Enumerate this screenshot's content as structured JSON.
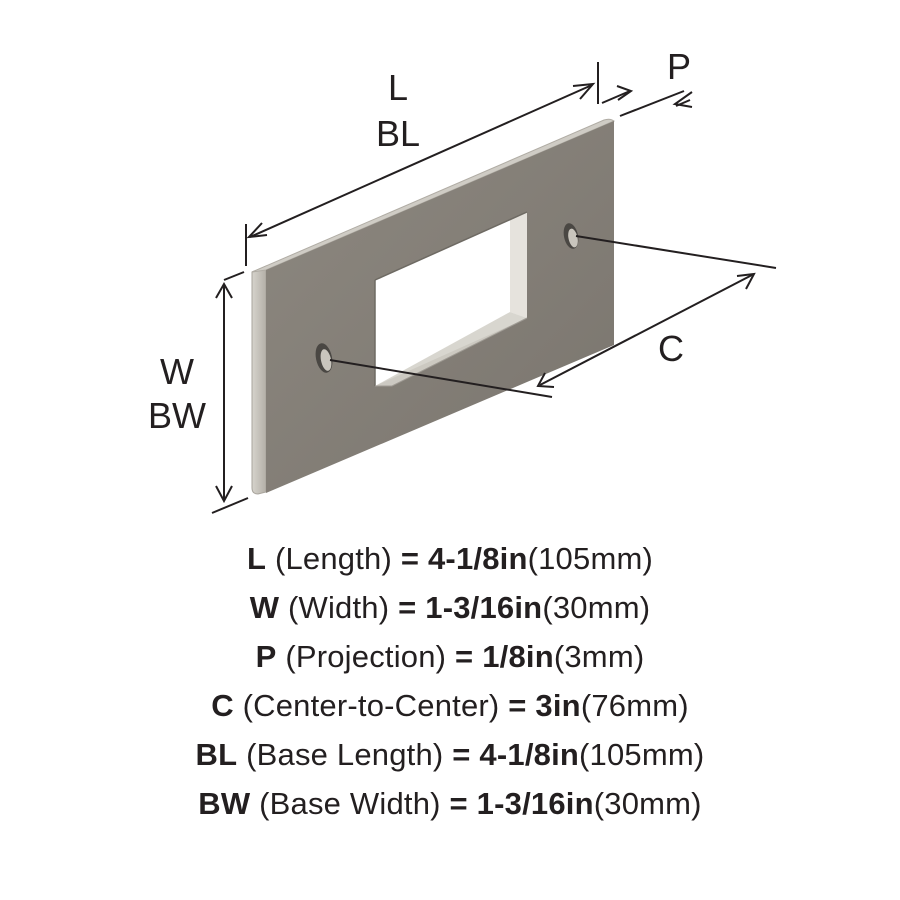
{
  "colors": {
    "plate_face": "#858078",
    "plate_edge": "#c9c5bd",
    "ink": "#231f20",
    "background": "#ffffff"
  },
  "dimension_labels": {
    "length": "L",
    "base_length": "BL",
    "projection": "P",
    "width": "W",
    "base_width": "BW",
    "center_to_center": "C"
  },
  "specs": [
    {
      "code": "L",
      "name": "(Length)",
      "eq": "=",
      "imperial": "4-1/8in",
      "metric": "(105mm)"
    },
    {
      "code": "W",
      "name": "(Width)",
      "eq": "=",
      "imperial": "1-3/16in",
      "metric": "(30mm)"
    },
    {
      "code": "P",
      "name": "(Projection)",
      "eq": "=",
      "imperial": "1/8in",
      "metric": "(3mm)"
    },
    {
      "code": "C",
      "name": "(Center-to-Center)",
      "eq": "=",
      "imperial": "3in",
      "metric": "(76mm)"
    },
    {
      "code": "BL",
      "name": "(Base Length)",
      "eq": "=",
      "imperial": "4-1/8in",
      "metric": "(105mm)"
    },
    {
      "code": "BW",
      "name": "(Base Width)",
      "eq": "=",
      "imperial": "1-3/16in",
      "metric": "(30mm)"
    }
  ]
}
